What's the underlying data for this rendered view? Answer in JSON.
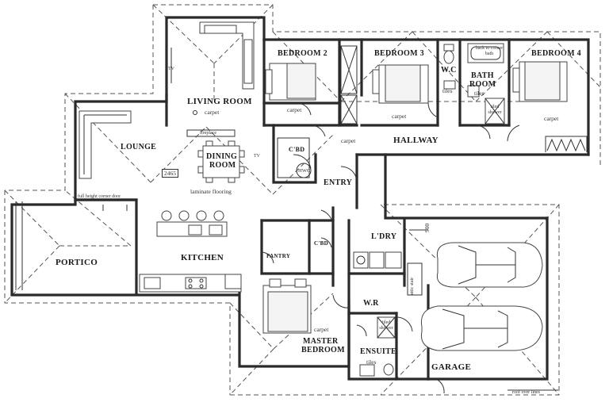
{
  "rooms": {
    "bedroom2": "BEDROOM 2",
    "bedroom3": "BEDROOM 3",
    "bedroom4": "BEDROOM 4",
    "wc": "W.C",
    "bathroom_1": "BATH",
    "bathroom_2": "ROOM",
    "living_room": "LIVING ROOM",
    "lounge": "LOUNGE",
    "dining_1": "DINING",
    "dining_2": "ROOM",
    "hallway": "HALLWAY",
    "cbd_upper": "C'BD",
    "entry": "ENTRY",
    "laundry": "L'DRY",
    "kitchen": "KITCHEN",
    "pantry": "PANTRY",
    "cbd_lower": "C'BD",
    "portico": "PORTICO",
    "wr": "W.R",
    "master_1": "MASTER",
    "master_2": "BEDROOM",
    "ensuite": "ENSUITE",
    "garage": "GARAGE"
  },
  "notes": {
    "carpet_living": "carpet",
    "carpet_bed2": "carpet",
    "carpet_bed3": "carpet",
    "carpet_hall": "carpet",
    "carpet_bed4": "carpet",
    "carpet_master": "carpet",
    "tiles_wc": "tiles",
    "tiles_bath": "tiles",
    "tiles_ensuite": "tiles",
    "laminate": "laminate flooring",
    "fh_corner_door": "full height corner door",
    "back_to_corner_bath": "back to corner bath",
    "tiled_shower": "tiled shower",
    "hwc": "HWC",
    "tv_living": "TV",
    "tv_dining": "TV",
    "dim_2465": "2465",
    "dim_900": "900",
    "attic_stair": "attic stair",
    "roof_over_lines": "roof over lines",
    "fireplace": "fireplace"
  }
}
